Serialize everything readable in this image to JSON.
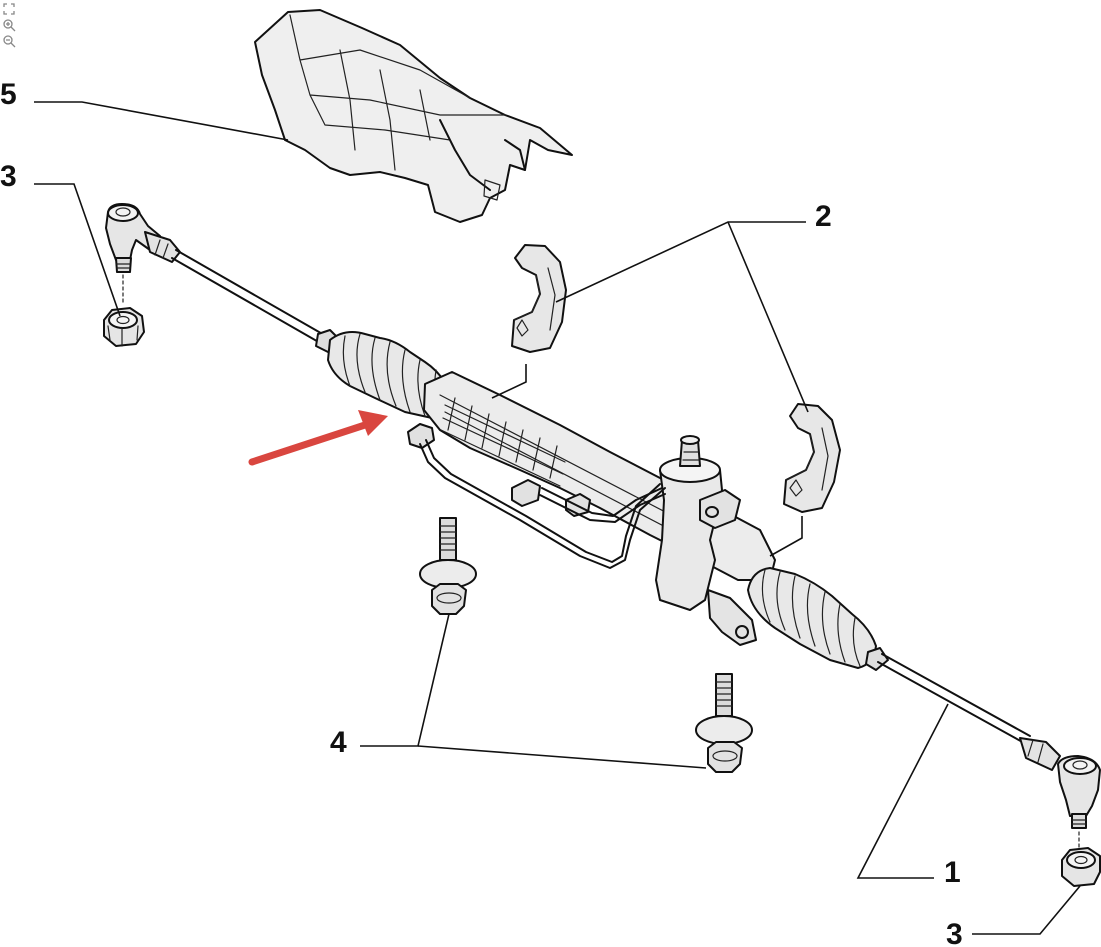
{
  "viewer": {
    "tools": [
      {
        "icon": "fit-to-screen-icon"
      },
      {
        "icon": "zoom-in-icon"
      },
      {
        "icon": "zoom-out-icon"
      }
    ]
  },
  "callouts": {
    "c1": "1",
    "c2": "2",
    "c3_top": "3",
    "c3_bottom": "3",
    "c4": "4",
    "c5": "5"
  },
  "colors": {
    "ink": "#111111",
    "part_fill": "#ececec",
    "part_shade": "#d6d6d6",
    "arrow": "#d9463f"
  }
}
